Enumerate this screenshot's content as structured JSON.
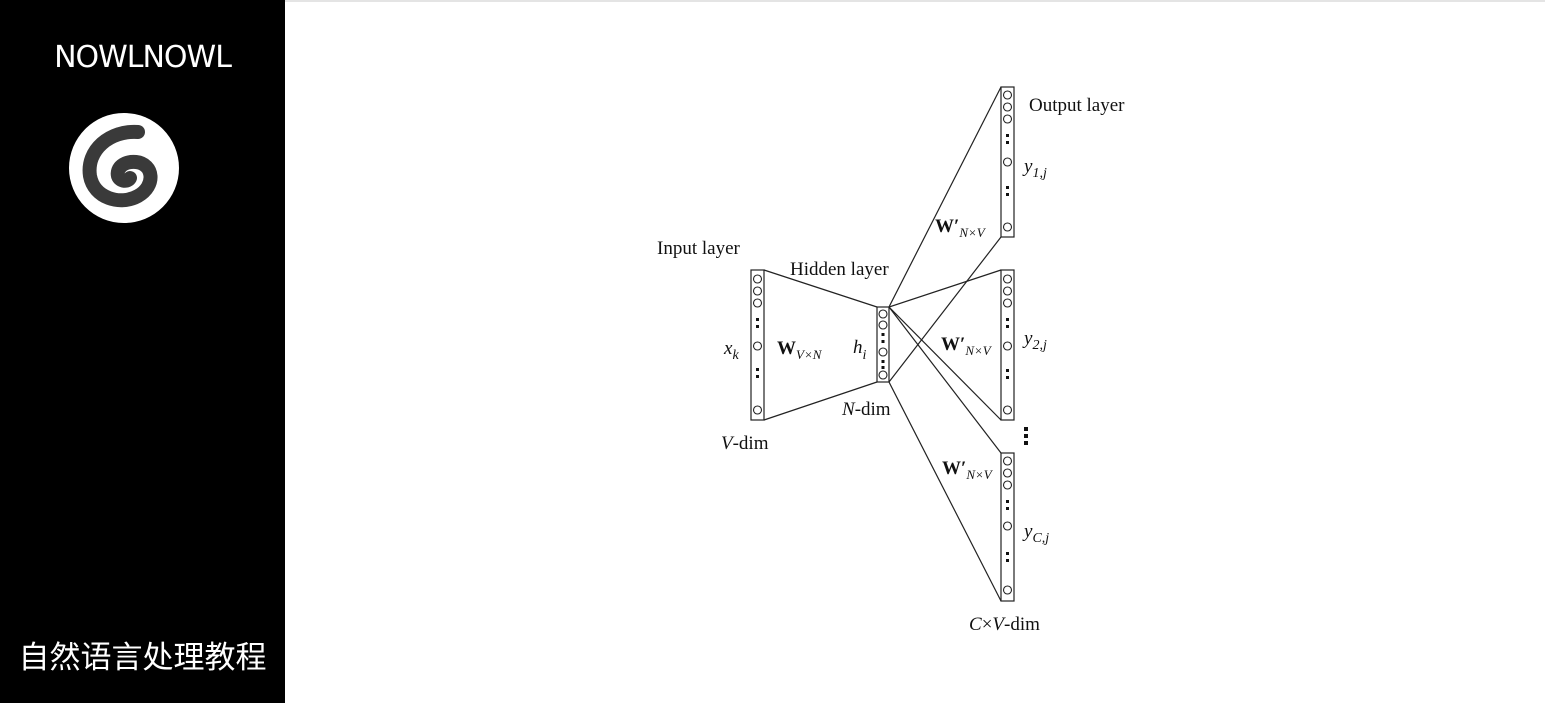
{
  "sidebar": {
    "brand": "NOWLNOWL",
    "course_title": "自然语言处理教程"
  },
  "diagram": {
    "input_layer": "Input layer",
    "hidden_layer": "Hidden layer",
    "output_layer": "Output layer",
    "x": "x",
    "x_sub": "k",
    "h": "h",
    "h_sub": "i",
    "v_dim_var": "V",
    "v_dim_suffix": "-dim",
    "n_dim_var": "N",
    "n_dim_suffix": "-dim",
    "c_dim_var": "C",
    "c_dim_times": "×",
    "c_dim_var2": "V",
    "c_dim_suffix": "-dim",
    "w": "W",
    "w_sub": "V×N",
    "w_prime": "W′",
    "w_prime_sub": "N×V",
    "y": "y",
    "y1_sub": "1,j",
    "y2_sub": "2,j",
    "yc_sub": "C,j"
  },
  "colors": {
    "sidebar_bg": "#000000",
    "sidebar_text": "#ffffff",
    "line": "#222222"
  }
}
